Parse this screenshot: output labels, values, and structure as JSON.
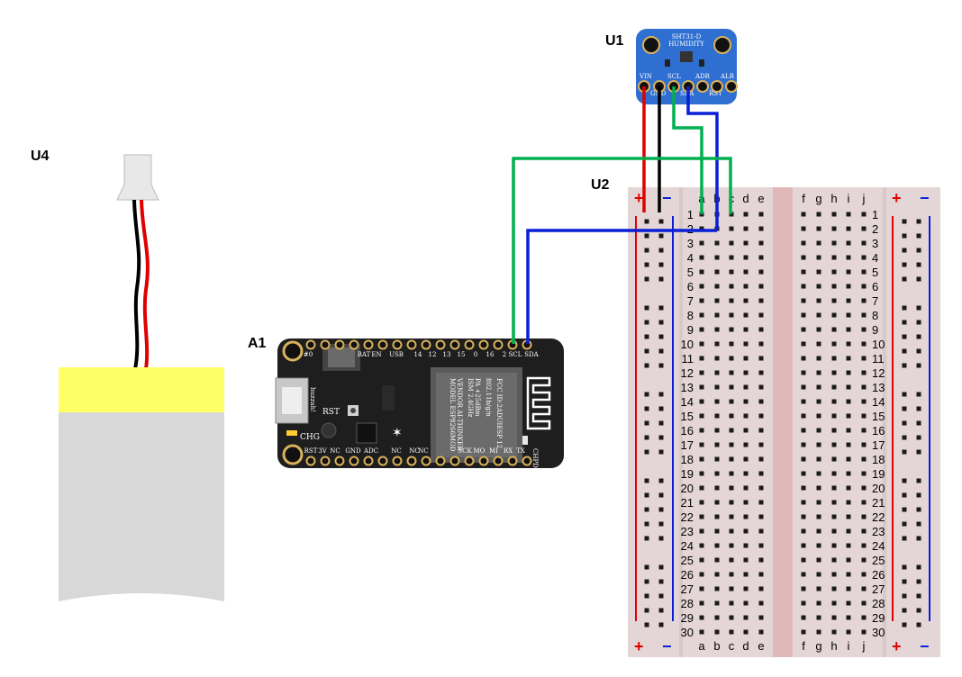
{
  "labels": {
    "u1": "U1",
    "u2": "U2",
    "u4": "U4",
    "a1": "A1"
  },
  "sensor": {
    "title1": "SHT31-D",
    "title2": "HUMIDITY",
    "pins_top": [
      "VIN",
      "SCL",
      "ADR",
      "ALR"
    ],
    "pins_bottom": [
      "GND",
      "SDA",
      "RST"
    ],
    "board_color": "#2f6fd1"
  },
  "feather": {
    "top_labels": [
      "#0",
      "BAT",
      "EN",
      "USB",
      "14",
      "12",
      "13",
      "15",
      "0",
      "16",
      "2",
      "SCL",
      "SDA"
    ],
    "bottom_labels": [
      "RST",
      "3V",
      "NC",
      "GND",
      "ADC",
      "NC",
      "NC",
      "NC",
      "SCK",
      "MO",
      "MI",
      "RX",
      "TX"
    ],
    "misc_labels": [
      "RST",
      "CHG",
      "huzzah!",
      "CHPD"
    ],
    "module_text": [
      "MODEL ESP8266MOD",
      "VENDOR AI-THINKER",
      "ISM 2.4GHz",
      "PA +25dBm",
      "802.11b/g/n",
      "FCC ID:2ADUIESP 12"
    ],
    "board_color": "#1e1e1e"
  },
  "breadboard": {
    "columns_left": [
      "a",
      "b",
      "c",
      "d",
      "e"
    ],
    "columns_right": [
      "f",
      "g",
      "h",
      "i",
      "j"
    ],
    "rail_plus": "+",
    "rail_minus": "−",
    "rows": 30
  },
  "wires": {
    "vin": "#e00000",
    "gnd": "#000000",
    "scl": "#00b04f",
    "sda": "#0a1fd6"
  },
  "battery": {
    "label_color": "#ffff66",
    "body_color": "#d8d8d8"
  }
}
